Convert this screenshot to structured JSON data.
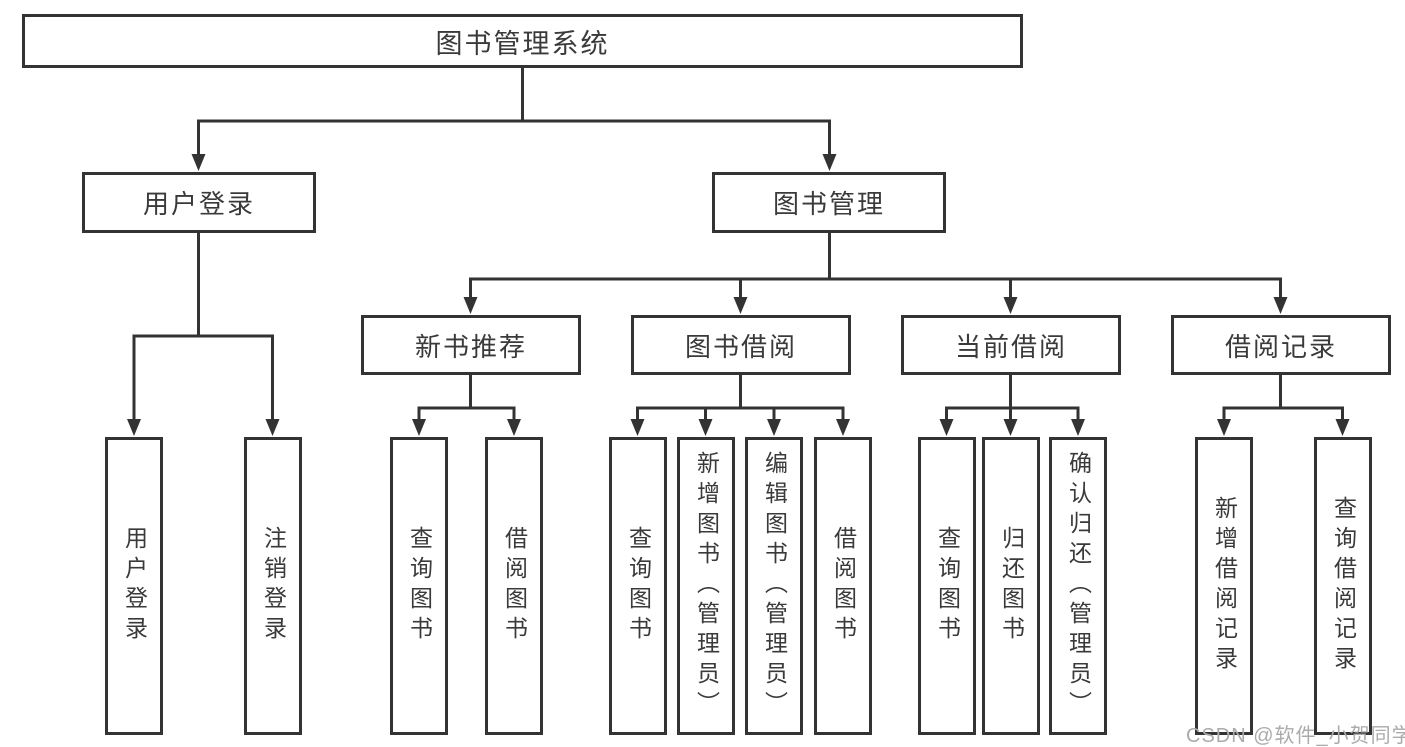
{
  "diagram_title": "图书管理系统",
  "colors": {
    "line": "#333333",
    "text": "#3a3a3a",
    "box-bg": "#ffffff",
    "watermark": "#ababab",
    "page-bg": "#ffffff"
  },
  "watermark": {
    "text": "CSDN @软件_小贺同学"
  },
  "tree": {
    "label": "图书管理系统",
    "children": [
      {
        "label": "用户登录",
        "children": [
          {
            "label": "用户登录"
          },
          {
            "label": "注销登录"
          }
        ]
      },
      {
        "label": "图书管理",
        "children": [
          {
            "label": "新书推荐",
            "children": [
              {
                "label": "查询图书"
              },
              {
                "label": "借阅图书"
              }
            ]
          },
          {
            "label": "图书借阅",
            "children": [
              {
                "label": "查询图书"
              },
              {
                "label": "新增图书（管理员）"
              },
              {
                "label": "编辑图书（管理员）"
              },
              {
                "label": "借阅图书"
              }
            ]
          },
          {
            "label": "当前借阅",
            "children": [
              {
                "label": "查询图书"
              },
              {
                "label": "归还图书"
              },
              {
                "label": "确认归还（管理员）"
              }
            ]
          },
          {
            "label": "借阅记录",
            "children": [
              {
                "label": "新增借阅记录"
              },
              {
                "label": "查询借阅记录"
              }
            ]
          }
        ]
      }
    ]
  }
}
